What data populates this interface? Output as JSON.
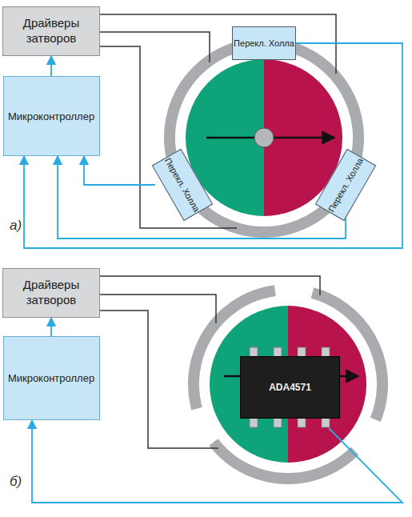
{
  "diagram": {
    "nodes": [
      {
        "text": [
          "Драйверы затворов"
        ]
      },
      {
        "text": [
          "Микроконтроллер"
        ]
      },
      {
        "text": [
          "Перекл. Холла"
        ]
      },
      {
        "text": [
          "Перекл. Холла"
        ]
      },
      {
        "text": [
          "Перекл. Холла"
        ]
      },
      {
        "text": [
          "Драйверы затворов"
        ]
      },
      {
        "text": [
          "Микроконтроллер"
        ]
      },
      {
        "text": [
          "ADA4571"
        ]
      }
    ],
    "edges": [
      {
        "from": 1,
        "to": 0,
        "arrow": "to"
      },
      {
        "from": 2,
        "to": 1,
        "arrow": "to"
      },
      {
        "from": 3,
        "to": 1,
        "arrow": "to"
      },
      {
        "from": 4,
        "to": 1,
        "arrow": "to"
      },
      {
        "from": 6,
        "to": 5,
        "arrow": "to"
      },
      {
        "from": 7,
        "to": 6,
        "arrow": "to"
      }
    ],
    "labels": [
      "а)",
      "б)"
    ]
  }
}
